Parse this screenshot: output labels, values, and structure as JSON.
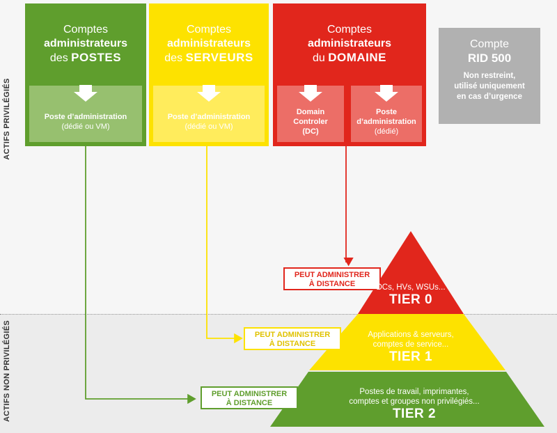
{
  "side_labels": {
    "privileged": "ACTIFS PRIVILÉGIÉS",
    "non_privileged": "ACTIFS NON PRIVILÉGIÉS"
  },
  "accounts": {
    "postes": {
      "line1": "Comptes",
      "line2": "administrateurs",
      "line3_prefix": "des ",
      "line3_strong": "POSTES",
      "sub": {
        "line1": "Poste d’administration",
        "line2": "(dédié ou VM)"
      }
    },
    "serveurs": {
      "line1": "Comptes",
      "line2": "administrateurs",
      "line3_prefix": "des ",
      "line3_strong": "SERVEURS",
      "sub": {
        "line1": "Poste d’administration",
        "line2": "(dédié ou VM)"
      }
    },
    "domaine": {
      "line1": "Comptes",
      "line2": "administrateurs",
      "line3_prefix": "du ",
      "line3_strong": "DOMAINE",
      "sub_dc": {
        "line1": "Domain",
        "line2": "Controler",
        "line3": "(DC)"
      },
      "sub_admin": {
        "line1": "Poste",
        "line2": "d’administration",
        "line3": "(dédié)"
      }
    },
    "rid500": {
      "line1": "Compte",
      "line2": "RID 500",
      "desc1": "Non restreint,",
      "desc2": "utilisé uniquement",
      "desc3": "en cas d’urgence"
    }
  },
  "badges": {
    "red": {
      "line1": "PEUT ADMINISTRER",
      "line2": "À DISTANCE"
    },
    "yellow": {
      "line1": "PEUT ADMINISTRER",
      "line2": "À DISTANCE"
    },
    "green": {
      "line1": "PEUT ADMINISTRER",
      "line2": "À DISTANCE"
    }
  },
  "tiers": {
    "tier0": {
      "desc": "DCs, HVs, WSUs...",
      "name": "TIER 0"
    },
    "tier1": {
      "desc1": "Applications & serveurs,",
      "desc2": "comptes de service...",
      "name": "TIER 1"
    },
    "tier2": {
      "desc1": "Postes de travail, imprimantes,",
      "desc2": "comptes et groupes non privilégiés...",
      "name": "TIER 2"
    }
  },
  "colors": {
    "green": "#5f9e2d",
    "yellow": "#fde200",
    "red": "#e1261c",
    "grey": "#b1b1b1"
  }
}
